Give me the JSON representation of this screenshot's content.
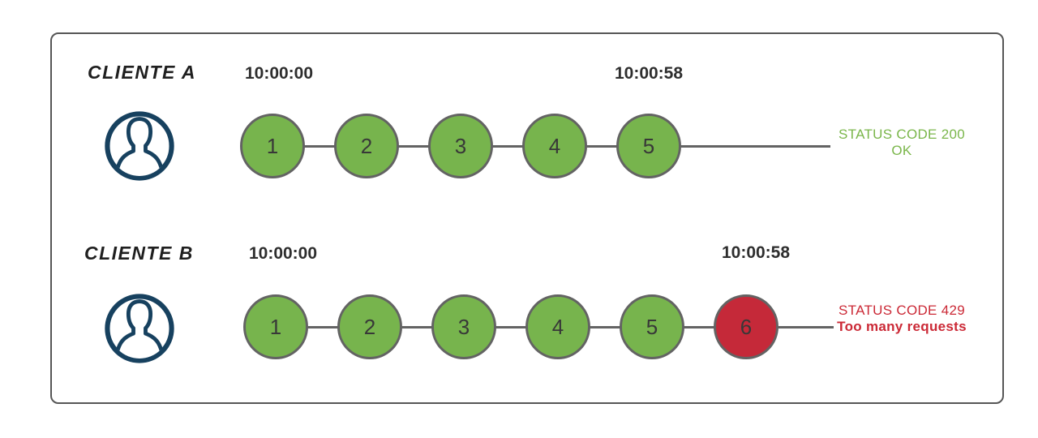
{
  "diagram_title": "rate-limit-clients-diagram",
  "colors": {
    "request_ok_fill": "#77b44d",
    "request_blocked_fill": "#c52939",
    "status_ok_text": "#7ab64a",
    "status_error_text": "#cb2936",
    "avatar_navy": "#17415f",
    "stroke_gray": "#636363",
    "frame_border": "#565656"
  },
  "icons": {
    "avatar": "user-avatar-icon"
  },
  "rows": [
    {
      "client_label": "CLIENTE A",
      "start_time": "10:00:00",
      "end_time": "10:00:58",
      "requests": [
        {
          "label": "1",
          "result": "ok"
        },
        {
          "label": "2",
          "result": "ok"
        },
        {
          "label": "3",
          "result": "ok"
        },
        {
          "label": "4",
          "result": "ok"
        },
        {
          "label": "5",
          "result": "ok"
        }
      ],
      "status": {
        "line1": "STATUS CODE 200",
        "line2": "OK"
      }
    },
    {
      "client_label": "CLIENTE B",
      "start_time": "10:00:00",
      "end_time": "10:00:58",
      "requests": [
        {
          "label": "1",
          "result": "ok"
        },
        {
          "label": "2",
          "result": "ok"
        },
        {
          "label": "3",
          "result": "ok"
        },
        {
          "label": "4",
          "result": "ok"
        },
        {
          "label": "5",
          "result": "ok"
        },
        {
          "label": "6",
          "result": "blocked"
        }
      ],
      "status": {
        "line1": "STATUS CODE 429",
        "line2": "Too many requests"
      }
    }
  ]
}
